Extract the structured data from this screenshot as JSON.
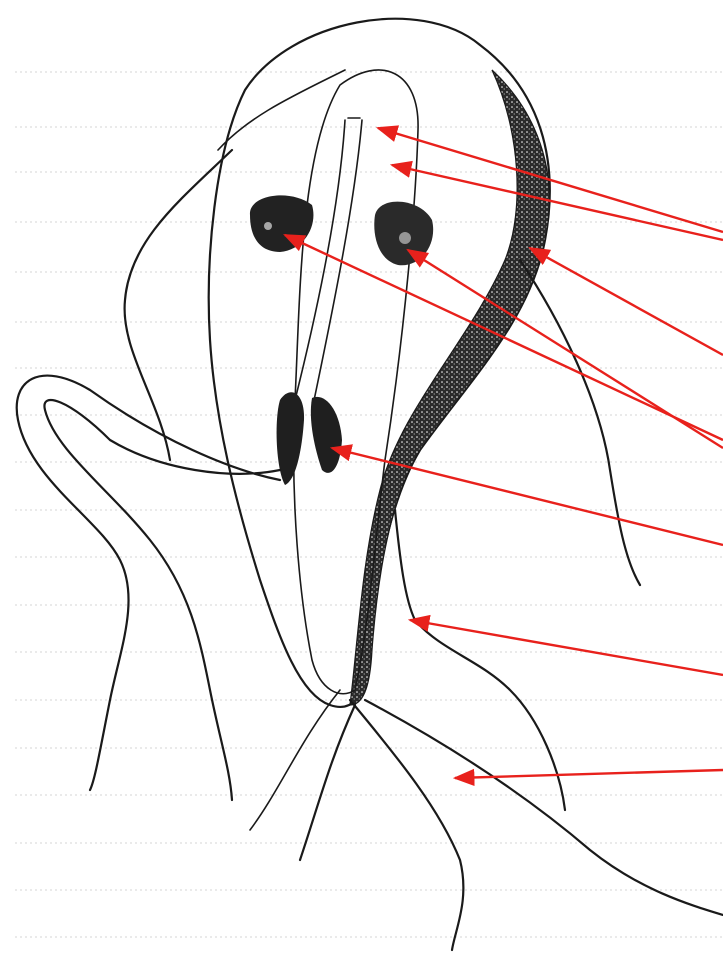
{
  "colors": {
    "ink": "#1a1a1a",
    "stipple": "#3a3a3a",
    "pointer": "#e8211c",
    "ruling": "#d6d6d6",
    "background": "#ffffff"
  },
  "pointers": [
    {
      "id": "axostyle-upper",
      "target": "axostyle"
    },
    {
      "id": "axostyle-lower",
      "target": "axostyle"
    },
    {
      "id": "ventral-disc",
      "target": "adhesive-disc-rim"
    },
    {
      "id": "nucleus-left",
      "target": "nucleus"
    },
    {
      "id": "nucleus-right",
      "target": "nucleus"
    },
    {
      "id": "median-body",
      "target": "median-bodies"
    },
    {
      "id": "lateral-flagellum",
      "target": "flagellum"
    },
    {
      "id": "caudal-flagellum",
      "target": "flagellum"
    }
  ]
}
